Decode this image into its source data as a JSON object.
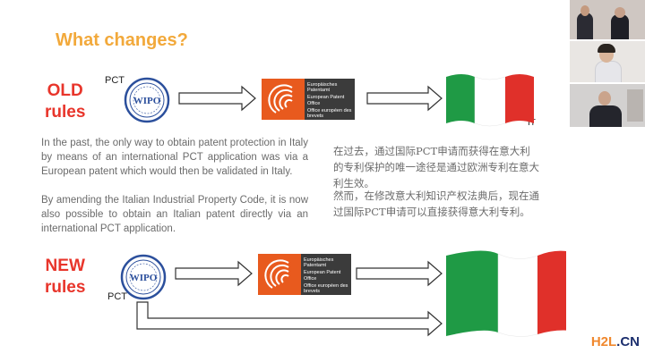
{
  "slide": {
    "title": "What changes?",
    "old_rules": {
      "line1": "OLD",
      "line2": "rules"
    },
    "new_rules": {
      "line1": "NEW",
      "line2": "rules"
    },
    "pct_label": "PCT",
    "it_label": "IT",
    "wipo_text": "WIPO",
    "epo": {
      "line1": "Europäisches Patentamt",
      "line2": "European Patent Office",
      "line3": "Office européen des brevets"
    },
    "para1_en": "In the past, the only way to obtain patent protection in Italy by means of an international PCT application was via a European patent which would then be validated in Italy.",
    "para2_en": "By amending the Italian Industrial Property Code, it is now also possible to obtain an Italian patent directly via an international PCT application.",
    "para1_cn": "在过去，通过国际PCT申请而获得在意大利的专利保护的唯一途径是通过欧洲专利在意大利生效。",
    "para2_cn": "然而，在修改意大利知识产权法典后，现在通过国际PCT申请可以直接获得意大利专利。"
  },
  "colors": {
    "title": "#f2a93b",
    "rules": "#e8352b",
    "epo_orange": "#e85a1e",
    "epo_dark": "#3b3b3b",
    "flag_green": "#1f9a45",
    "flag_red": "#e0302a",
    "wipo_blue": "#2b4f9c"
  },
  "watermark": {
    "part1": "H2L",
    "part2": ".CN"
  }
}
